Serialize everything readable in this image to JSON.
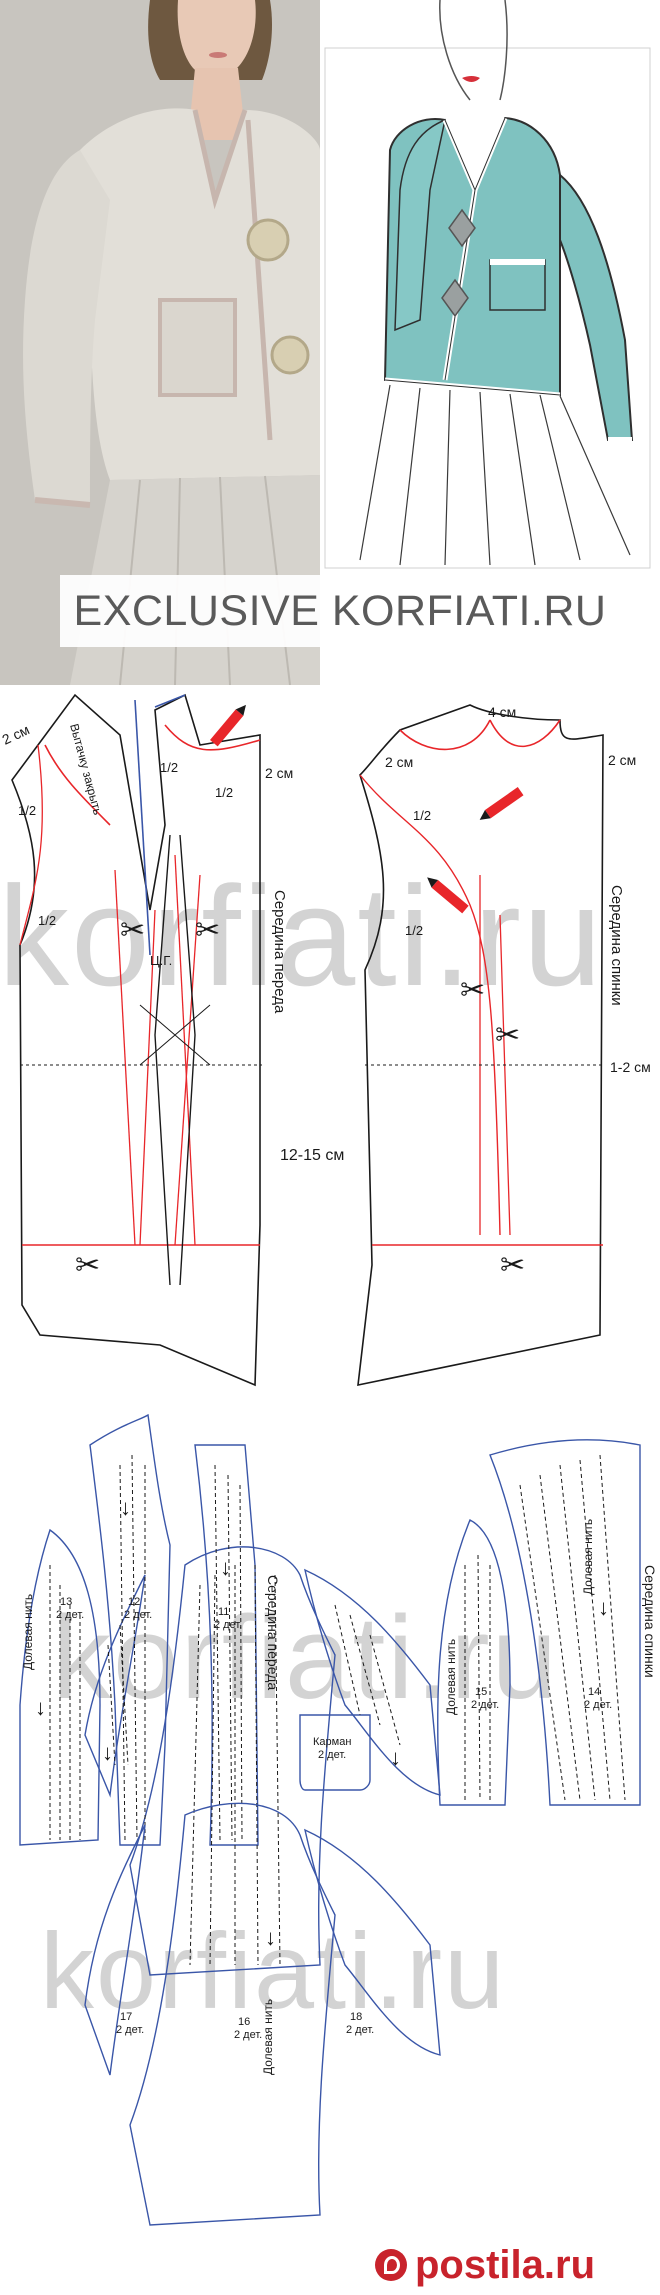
{
  "banner": {
    "text": "EXCLUSIVE KORFIATI.RU"
  },
  "watermarks": [
    "korfiati.ru",
    "korfiati.ru",
    "korfiati.ru"
  ],
  "front_pattern": {
    "labels": {
      "top_left_2cm": "2 см",
      "neck_2cm": "2 см",
      "half_a": "1/2",
      "half_b": "1/2",
      "half_c": "1/2",
      "half_d": "1/2",
      "dart": "Вытачку закрыть",
      "center": "Ц.Г.",
      "middle_front": "Середина переда",
      "hem_extension": "12-15 см"
    }
  },
  "back_pattern": {
    "labels": {
      "neck_4cm": "4 см",
      "left_2cm": "2 см",
      "right_2cm": "2 см",
      "half_a": "1/2",
      "half_b": "1/2",
      "waist": "1-2 см",
      "middle_back": "Середина спинки"
    }
  },
  "pieces": {
    "grain": "Долевая нить",
    "p13": {
      "num": "13",
      "qty": "2 дет."
    },
    "p12": {
      "num": "12",
      "qty": "2 дет."
    },
    "p11": {
      "num": "11",
      "qty": "2 дет."
    },
    "front_center": "Середина переда",
    "pocket": {
      "name": "Карман",
      "qty": "2 дет."
    },
    "p15": {
      "num": "15",
      "qty": "2 дет."
    },
    "p14": {
      "num": "14",
      "qty": "2 дет."
    },
    "back_center": "Середина спинки",
    "p17": {
      "num": "17",
      "qty": "2 дет."
    },
    "p16": {
      "num": "16",
      "qty": "2 дет."
    },
    "p18": {
      "num": "18",
      "qty": "2 дет."
    }
  },
  "footer": {
    "logo": "postila.ru"
  },
  "colors": {
    "pattern_red": "#e8262a",
    "pattern_blue": "#3a56a8",
    "jacket_teal": "#7fc2c0"
  }
}
